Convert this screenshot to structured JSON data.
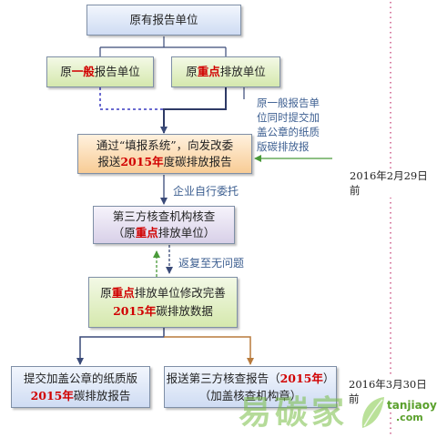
{
  "diagram": {
    "top_box": "原有报告单位",
    "general_unit": {
      "a": "原",
      "b": "一般",
      "c": "报告单位"
    },
    "key_unit": {
      "a": "原",
      "b": "重点",
      "c": "排放单位"
    },
    "submit_box": {
      "line1": "通过“填报系统”，向发改委",
      "line2_a": "报送",
      "line2_b": "2015年",
      "line2_c": "度碳排放报告"
    },
    "side_note": [
      "原一般报告单",
      "位同时提交加",
      "盖公章的纸质",
      "版碳排放报"
    ],
    "entrust_label": "企业自行委托",
    "verify_box": {
      "line1": "第三方核查机构核查",
      "line2_a": "（原",
      "line2_b": "重点",
      "line2_c": "排放单位）"
    },
    "feedback_label": "返复至无问题",
    "revise_box": {
      "line1_a": "原",
      "line1_b": "重点",
      "line1_c": "排放单位修改完善",
      "line2_a": "2015年",
      "line2_b": "碳排放数据"
    },
    "paper_box": {
      "line1": "提交加盖公章的纸质版",
      "line2_a": "2015年",
      "line2_b": "碳排放报告"
    },
    "third_party_box": {
      "line1_a": "报送第三方核查报告（",
      "line1_b": "2015年",
      "line1_c": "）",
      "line2": "（加盖核查机构章）"
    },
    "date1": "2016年2月29日前",
    "date2": "2016年3月30日前"
  },
  "watermark": {
    "text": "易碳家",
    "url": "tanjiaoyi",
    "domain": ".com"
  },
  "colors": {
    "highlight": "#d10000",
    "arrow": "#3a4a78",
    "note": "#3d5f91",
    "green_arrow": "#4a9a3a",
    "brown": "#b87a3c",
    "timeline": "#c0306a"
  }
}
